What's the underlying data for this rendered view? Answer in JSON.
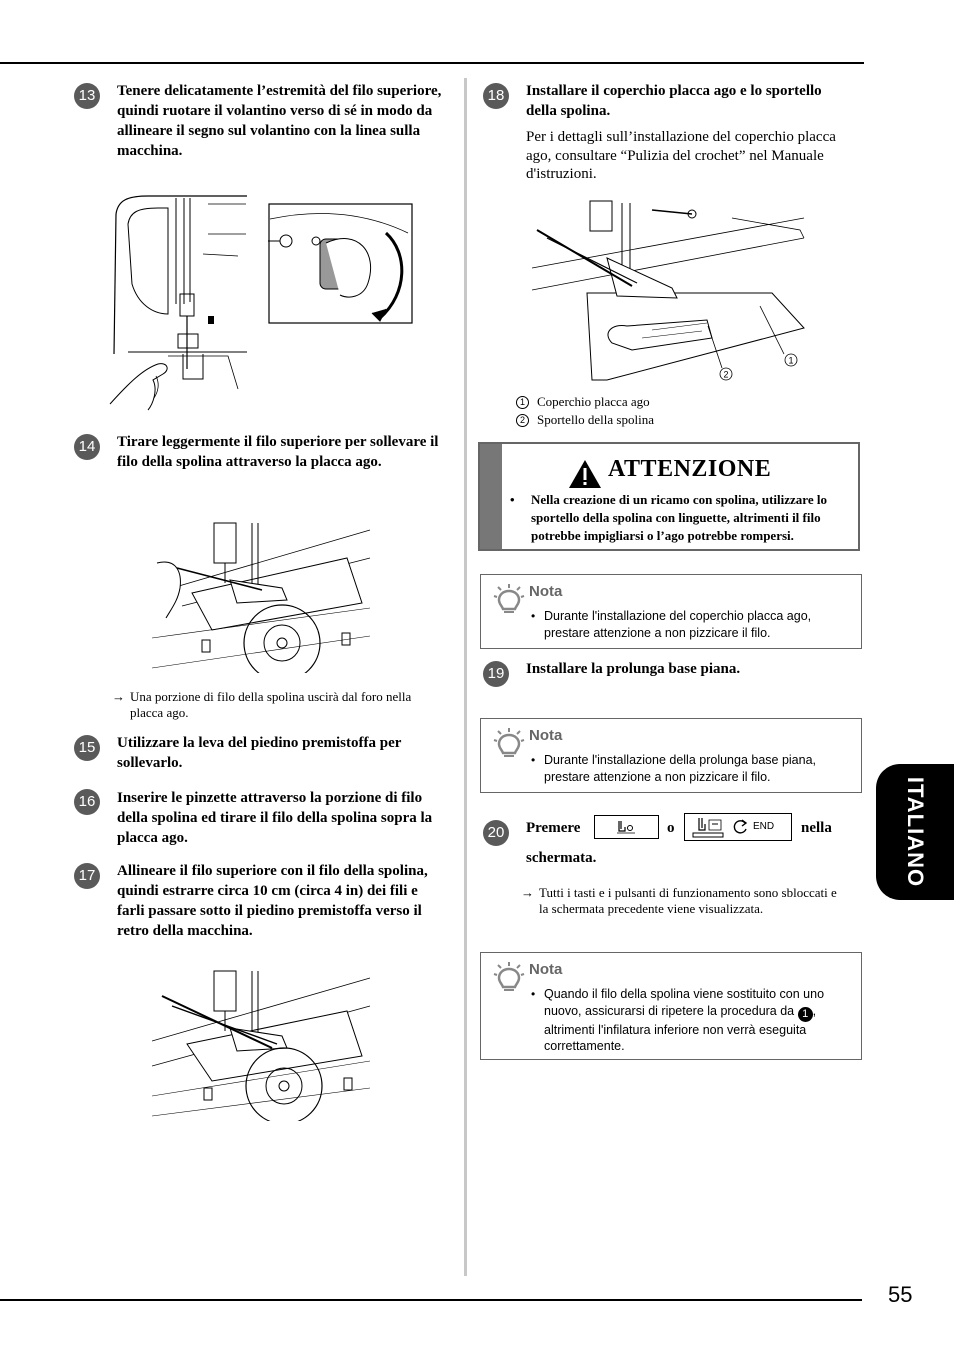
{
  "page": {
    "number": "55",
    "language_tab": "ITALIANO"
  },
  "left_column": {
    "step13": {
      "num": "13",
      "text": "Tenere delicatamente l’estremità del filo superiore, quindi ruotare il volantino verso di sé in modo da allineare il segno sul volantino con la linea sulla macchina."
    },
    "step14": {
      "num": "14",
      "text": "Tirare leggermente il filo superiore per sollevare il filo della spolina attraverso la placca ago.",
      "result": "Una porzione di filo della spolina uscirà dal foro nella placca ago."
    },
    "step15": {
      "num": "15",
      "text": "Utilizzare la leva del piedino premistoffa per sollevarlo."
    },
    "step16": {
      "num": "16",
      "text": "Inserire le pinzette attraverso la porzione di filo della spolina ed tirare il filo della spolina sopra la placca ago."
    },
    "step17": {
      "num": "17",
      "text": "Allineare il filo superiore con il filo della spolina, quindi estrarre circa 10 cm (circa 4 in) dei fili e farli passare sotto il piedino premistoffa verso il retro della macchina."
    }
  },
  "right_column": {
    "step18": {
      "num": "18",
      "text": "Installare il coperchio placca ago e lo sportello della spolina.",
      "body": "Per i dettagli sull’installazione del coperchio placca ago, consultare “Pulizia del crochet” nel Manuale d'istruzioni.",
      "callout_1": "1",
      "callout_2": "2",
      "caption_1": "Coperchio placca ago",
      "caption_2": "Sportello della spolina"
    },
    "attention": {
      "title": "ATTENZIONE",
      "bullet": "•",
      "text": "Nella creazione di un ricamo con spolina, utilizzare lo sportello della spolina con linguette, altrimenti il filo potrebbe impigliarsi o l’ago potrebbe rompersi."
    },
    "nota1": {
      "title": "Nota",
      "bullet": "•",
      "text": "Durante l'installazione del coperchio placca ago, prestare attenzione a non pizzicare il filo."
    },
    "step19": {
      "num": "19",
      "text": "Installare la prolunga base piana."
    },
    "nota2": {
      "title": "Nota",
      "bullet": "•",
      "text": "Durante l'installazione della prolunga base piana, prestare attenzione a non pizzicare il filo."
    },
    "step20": {
      "num": "20",
      "premere": "Premere",
      "o": "o",
      "nella": "nella",
      "schermata": "schermata.",
      "end_key": "END",
      "result": "Tutti i tasti e i pulsanti di funzionamento sono sbloccati e la schermata precedente viene visualizzata."
    },
    "nota3": {
      "title": "Nota",
      "bullet": "•",
      "text_before": "Quando il filo della spolina viene sostituito con uno nuovo, assicurarsi di ripetere la procedura da",
      "step_ref": "1",
      "text_after": ", altrimenti l'infilatura inferiore non verrà eseguita correttamente."
    }
  },
  "symbols": {
    "arrow": "→"
  },
  "colors": {
    "step_badge": "#5a5a5a",
    "attention_bar": "#777777",
    "nota_title": "#666666",
    "divider": "#c8c8c8"
  }
}
